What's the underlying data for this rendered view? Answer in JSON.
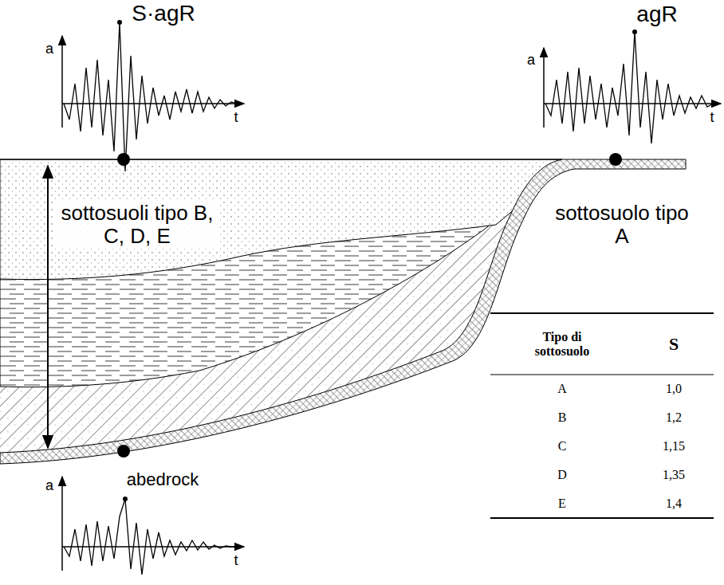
{
  "diagram": {
    "labels": [
      "S·agR",
      "a",
      "t",
      "agR",
      "a",
      "t",
      "abedrock",
      "a",
      "t",
      "sottosuoli tipo B, C, D, E",
      "sottosuolo tipo A",
      "Tipo di sottosuolo",
      "S",
      "A",
      "1,0",
      "B",
      "1,2",
      "C",
      "1,15",
      "D",
      "1,35",
      "E",
      "1,4"
    ]
  }
}
